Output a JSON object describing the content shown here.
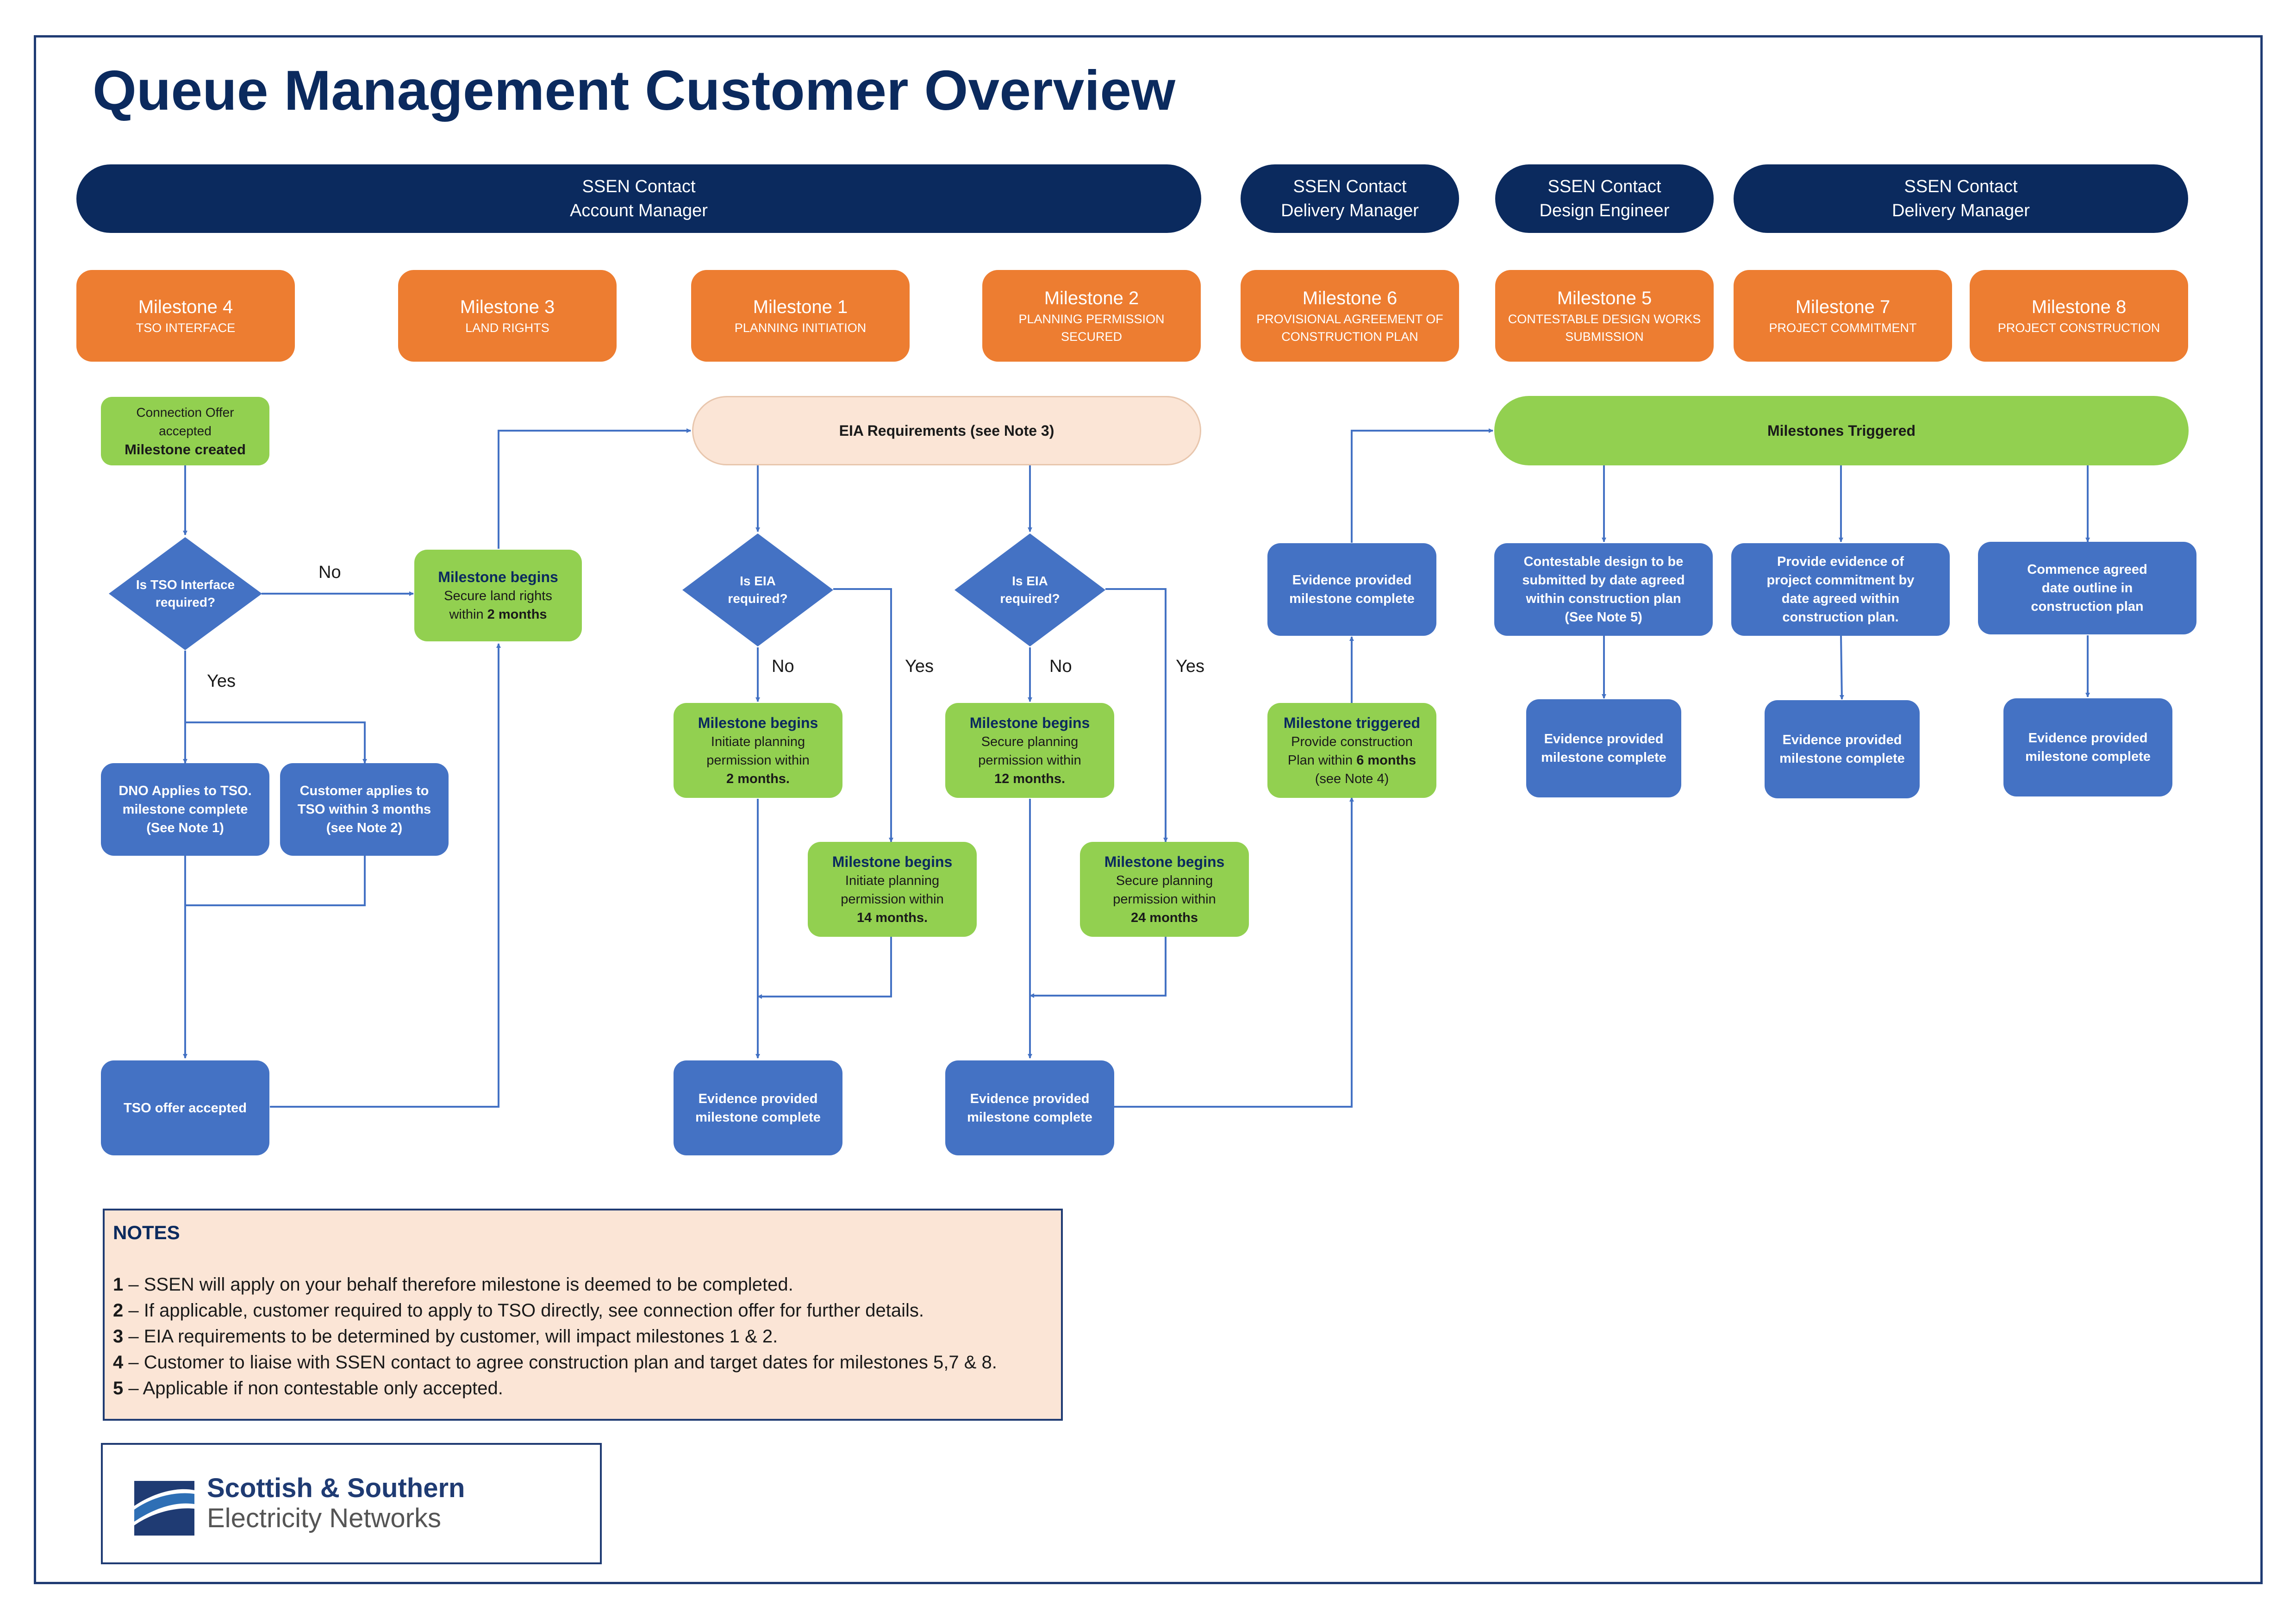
{
  "title": "Queue Management Customer Overview",
  "contacts": [
    {
      "line1": "SSEN  Contact",
      "line2": "Account Manager"
    },
    {
      "line1": "SSEN Contact",
      "line2": "Delivery Manager"
    },
    {
      "line1": "SSEN Contact",
      "line2": "Design Engineer"
    },
    {
      "line1": "SSEN Contact",
      "line2": "Delivery Manager"
    }
  ],
  "milestones": [
    {
      "name": "Milestone 4",
      "sub": "TSO INTERFACE"
    },
    {
      "name": "Milestone 3",
      "sub": "LAND RIGHTS"
    },
    {
      "name": "Milestone 1",
      "sub": "PLANNING INITIATION"
    },
    {
      "name": "Milestone 2",
      "sub": "PLANNING PERMISSION SECURED"
    },
    {
      "name": "Milestone 6",
      "sub": "PROVISIONAL AGREEMENT OF CONSTRUCTION PLAN"
    },
    {
      "name": "Milestone 5",
      "sub": "CONTESTABLE DESIGN WORKS SUBMISSION"
    },
    {
      "name": "Milestone 7",
      "sub": "PROJECT COMMITMENT"
    },
    {
      "name": "Milestone 8",
      "sub": "PROJECT CONSTRUCTION"
    }
  ],
  "flow": {
    "conn_offer": {
      "l1": "Connection Offer",
      "l2": "accepted",
      "l3": "Milestone created"
    },
    "tso_decision": {
      "l1": "Is TSO Interface",
      "l2": "required?"
    },
    "no": "No",
    "yes": "Yes",
    "land": {
      "h": "Milestone begins",
      "l1": "Secure land rights",
      "l2a": "within ",
      "l2b": "2 months"
    },
    "dno": {
      "l1": "DNO Applies to TSO.",
      "l2": "milestone complete",
      "l3": "(See Note 1)"
    },
    "cust_tso": {
      "l1": "Customer applies to",
      "l2": "TSO within 3 months",
      "l3": "(see Note 2)"
    },
    "tso_accepted": "TSO offer accepted",
    "eia_req": "EIA Requirements (see Note 3)",
    "eia_q": {
      "l1": "Is EIA",
      "l2": "required?"
    },
    "m1_no": {
      "h": "Milestone begins",
      "l1": "Initiate planning",
      "l2": "permission within",
      "l3": "2 months."
    },
    "m1_yes": {
      "h": "Milestone begins",
      "l1": "Initiate planning",
      "l2": "permission within",
      "l3": "14 months."
    },
    "m2_no": {
      "h": "Milestone begins",
      "l1": "Secure planning",
      "l2": "permission within",
      "l3": "12 months."
    },
    "m2_yes": {
      "h": "Milestone begins",
      "l1": "Secure planning",
      "l2": "permission within",
      "l3": "24 months"
    },
    "evidence": {
      "l1": "Evidence provided",
      "l2": "milestone complete"
    },
    "m6_trig": {
      "h": "Milestone triggered",
      "l1": "Provide construction",
      "l2a": "Plan within ",
      "l2b": "6 months",
      "l3": "(see Note 4)"
    },
    "triggered": "Milestones Triggered",
    "m5_box": {
      "l1": "Contestable design to be",
      "l2": "submitted by date agreed",
      "l3": "within construction plan",
      "l4": "(See Note 5)"
    },
    "m7_box": {
      "l1": "Provide evidence of",
      "l2": "project commitment by",
      "l3": "date agreed within",
      "l4": "construction plan."
    },
    "m8_box": {
      "l1": "Commence agreed",
      "l2": "date outline in",
      "l3": "construction plan"
    }
  },
  "notes": {
    "title": "NOTES",
    "items": [
      {
        "n": "1",
        "t": " – SSEN will apply on your behalf therefore milestone is deemed to be completed."
      },
      {
        "n": "2",
        "t": " – If applicable, customer required to apply to TSO directly, see connection offer for further details."
      },
      {
        "n": "3",
        "t": " – EIA requirements to be determined by customer, will impact milestones 1 & 2."
      },
      {
        "n": "4",
        "t": " – Customer to liaise with SSEN contact to agree construction plan and target dates for milestones 5,7 & 8."
      },
      {
        "n": "5",
        "t": " – Applicable if non contestable only accepted."
      }
    ]
  },
  "logo": {
    "line1": "Scottish & Southern",
    "line2": "Electricity Networks"
  },
  "colors": {
    "navy": "#0b2a5e",
    "orange": "#ed7d31",
    "green": "#92d050",
    "blue": "#4472c4",
    "peach": "#fbe5d6",
    "line": "#4472c4"
  }
}
